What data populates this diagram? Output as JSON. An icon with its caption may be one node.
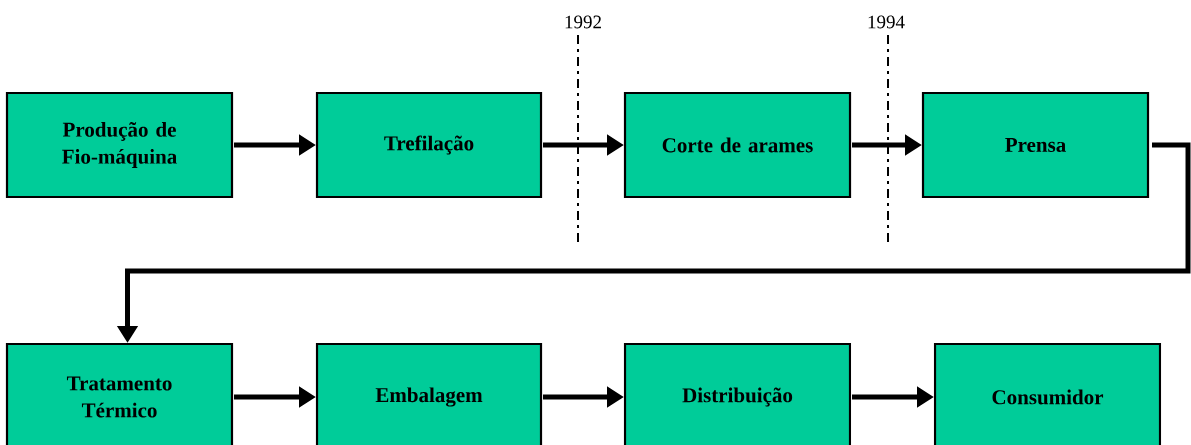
{
  "diagram": {
    "nodes": [
      {
        "text": [
          "Produção de Fio-máquina"
        ]
      },
      {
        "text": [
          "Trefilação"
        ]
      },
      {
        "text": [
          "Corte de arames"
        ]
      },
      {
        "text": [
          "Prensa"
        ]
      },
      {
        "text": [
          "Tratamento Térmico"
        ]
      },
      {
        "text": [
          "Embalagem"
        ]
      },
      {
        "text": [
          "Distribuição"
        ]
      },
      {
        "text": [
          "Consumidor"
        ]
      }
    ],
    "edges": [
      {
        "from": 0,
        "to": 1,
        "arrow": "to"
      },
      {
        "from": 1,
        "to": 2,
        "arrow": "to"
      },
      {
        "from": 2,
        "to": 3,
        "arrow": "to"
      },
      {
        "from": 3,
        "to": 4,
        "arrow": "to"
      },
      {
        "from": 4,
        "to": 5,
        "arrow": "to"
      },
      {
        "from": 5,
        "to": 6,
        "arrow": "to"
      },
      {
        "from": 6,
        "to": 7,
        "arrow": "to"
      }
    ],
    "labels": [
      "1992",
      "1994"
    ]
  }
}
